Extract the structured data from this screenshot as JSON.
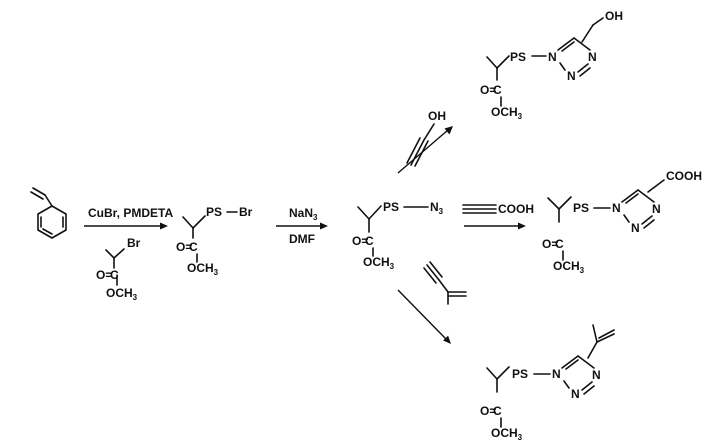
{
  "scheme": {
    "styrene": {},
    "step1": {
      "reagent": "CuBr, PMDETA",
      "initiator": {
        "br": "Br",
        "o_eq": "O=",
        "c": "C",
        "o_me": "OCH",
        "sub3": "3"
      }
    },
    "ps_br": {
      "ps": "PS",
      "br": "Br",
      "o_eq": "O=",
      "c": "C",
      "o_me": "OCH",
      "sub3": "3"
    },
    "step2": {
      "reagent_na": "NaN",
      "reagent_sub": "3",
      "solvent": "DMF"
    },
    "ps_n3": {
      "ps": "PS",
      "n": "N",
      "sub3": "3",
      "o_eq": "O=",
      "c": "C",
      "o_me": "OCH",
      "sub3b": "3"
    },
    "alkyne_alcohol": {
      "oh": "OH"
    },
    "alkyne_acid": {
      "cooh": "COOH"
    },
    "product_oh": {
      "oh": "OH",
      "ps": "PS",
      "n1": "N",
      "n2": "N",
      "n3": "N",
      "o_eq": "O=",
      "c": "C",
      "o_me": "OCH",
      "sub3": "3"
    },
    "product_cooh": {
      "cooh": "COOH",
      "ps": "PS",
      "n1": "N",
      "n2": "N",
      "n3": "N",
      "o_eq": "O=",
      "c": "C",
      "o_me": "OCH",
      "sub3": "3"
    },
    "product_vinyl": {
      "ps": "PS",
      "n1": "N",
      "n2": "N",
      "n3": "N",
      "o_eq": "O=",
      "c": "C",
      "o_me": "OCH",
      "sub3": "3"
    }
  }
}
